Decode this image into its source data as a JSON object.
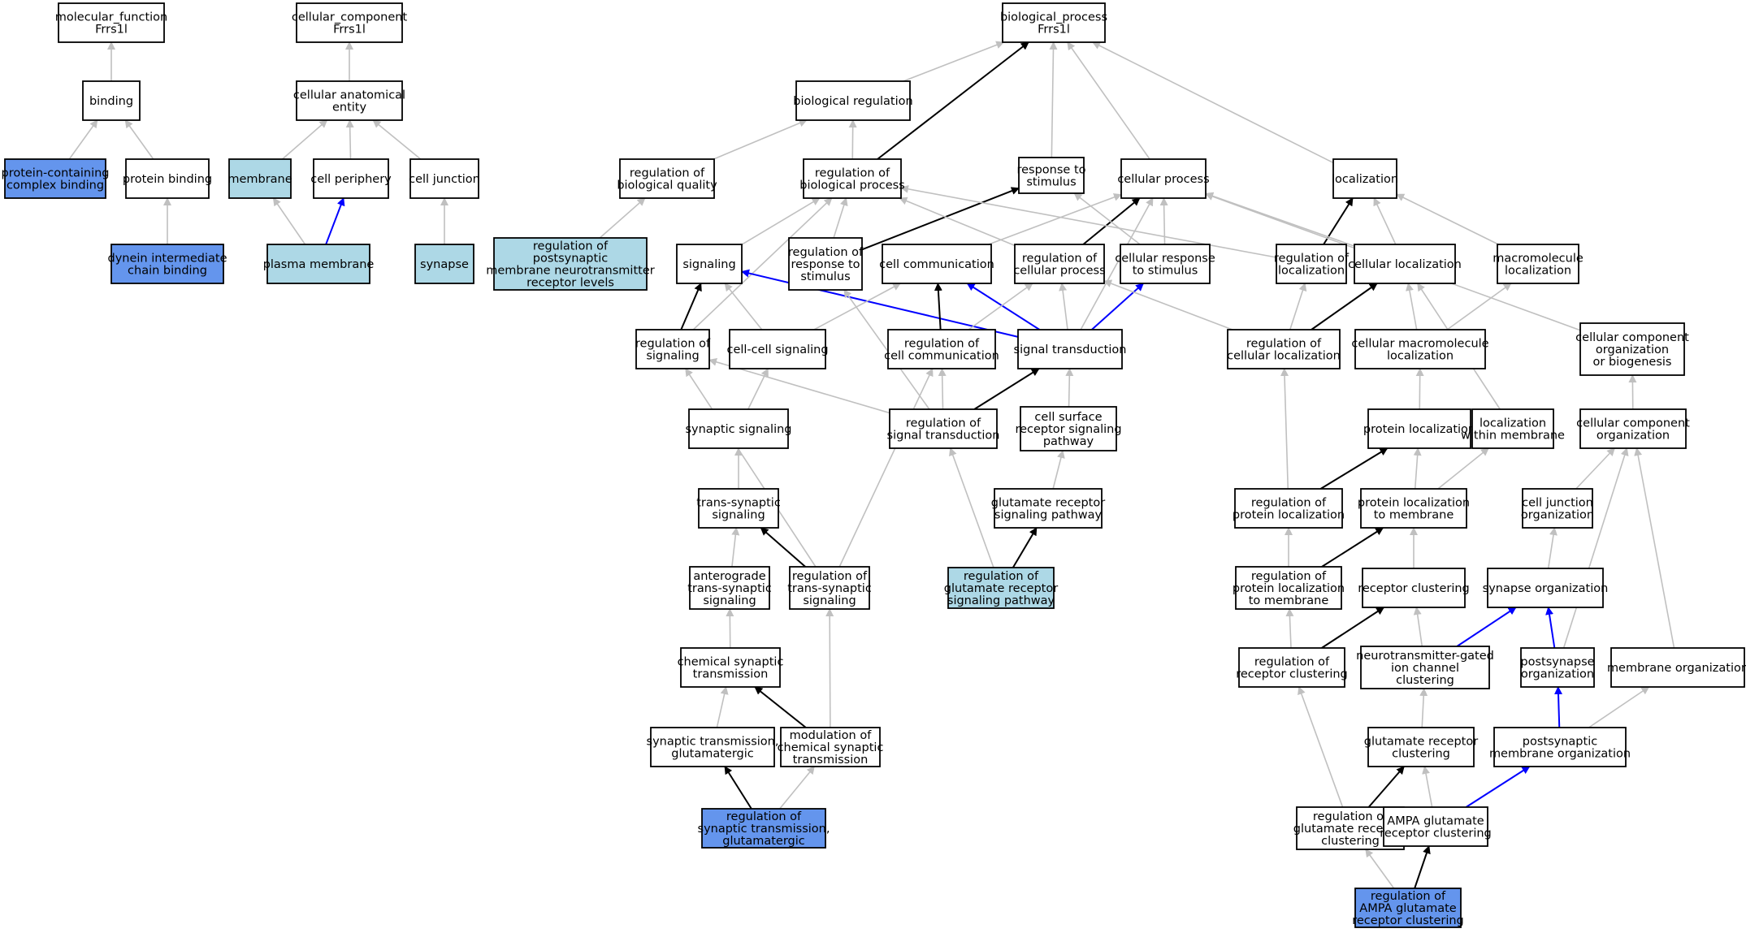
{
  "colors": {
    "default_fill": "#ffffff",
    "light_fill": "#add8e6",
    "dark_fill": "#6495ed",
    "edge_gray": "#c0c0c0",
    "edge_black": "#000000",
    "edge_blue": "#0000ff"
  },
  "nodes": [
    {
      "id": "mf",
      "lines": [
        "molecular_function",
        "Frrs1l"
      ],
      "fill": "white"
    },
    {
      "id": "cc",
      "lines": [
        "cellular_component",
        "Frrs1l"
      ],
      "fill": "white"
    },
    {
      "id": "bp",
      "lines": [
        "biological_process",
        "Frrs1l"
      ],
      "fill": "white"
    },
    {
      "id": "binding",
      "lines": [
        "binding"
      ],
      "fill": "white"
    },
    {
      "id": "cae",
      "lines": [
        "cellular anatomical",
        "entity"
      ],
      "fill": "white"
    },
    {
      "id": "bioreg",
      "lines": [
        "biological regulation"
      ],
      "fill": "white"
    },
    {
      "id": "pccb",
      "lines": [
        "protein-containing",
        "complex binding"
      ],
      "fill": "dark"
    },
    {
      "id": "pb",
      "lines": [
        "protein binding"
      ],
      "fill": "white"
    },
    {
      "id": "membrane",
      "lines": [
        "membrane"
      ],
      "fill": "light"
    },
    {
      "id": "cellper",
      "lines": [
        "cell periphery"
      ],
      "fill": "white"
    },
    {
      "id": "celljunc",
      "lines": [
        "cell junction"
      ],
      "fill": "white"
    },
    {
      "id": "regbq",
      "lines": [
        "regulation of",
        "biological quality"
      ],
      "fill": "white"
    },
    {
      "id": "regbp",
      "lines": [
        "regulation of",
        "biological process"
      ],
      "fill": "white"
    },
    {
      "id": "rts",
      "lines": [
        "response to",
        "stimulus"
      ],
      "fill": "white"
    },
    {
      "id": "cellproc",
      "lines": [
        "cellular process"
      ],
      "fill": "white"
    },
    {
      "id": "loc",
      "lines": [
        "localization"
      ],
      "fill": "white"
    },
    {
      "id": "dicb",
      "lines": [
        "dynein intermediate",
        "chain binding"
      ],
      "fill": "dark"
    },
    {
      "id": "pm",
      "lines": [
        "plasma membrane"
      ],
      "fill": "light"
    },
    {
      "id": "synapse",
      "lines": [
        "synapse"
      ],
      "fill": "light"
    },
    {
      "id": "regpost",
      "lines": [
        "regulation of",
        "postsynaptic",
        "membrane neurotransmitter",
        "receptor levels"
      ],
      "fill": "light"
    },
    {
      "id": "signaling",
      "lines": [
        "signaling"
      ],
      "fill": "white"
    },
    {
      "id": "regrts",
      "lines": [
        "regulation of",
        "response to",
        "stimulus"
      ],
      "fill": "white"
    },
    {
      "id": "cellcomm",
      "lines": [
        "cell communication"
      ],
      "fill": "white"
    },
    {
      "id": "regcp",
      "lines": [
        "regulation of",
        "cellular process"
      ],
      "fill": "white"
    },
    {
      "id": "crts",
      "lines": [
        "cellular response",
        "to stimulus"
      ],
      "fill": "white"
    },
    {
      "id": "regloc",
      "lines": [
        "regulation of",
        "localization"
      ],
      "fill": "white"
    },
    {
      "id": "cellloc",
      "lines": [
        "cellular localization"
      ],
      "fill": "white"
    },
    {
      "id": "macloc",
      "lines": [
        "macromolecule",
        "localization"
      ],
      "fill": "white"
    },
    {
      "id": "regsig",
      "lines": [
        "regulation of",
        "signaling"
      ],
      "fill": "white"
    },
    {
      "id": "ccsig",
      "lines": [
        "cell-cell signaling"
      ],
      "fill": "white"
    },
    {
      "id": "regcc",
      "lines": [
        "regulation of",
        "cell communication"
      ],
      "fill": "white"
    },
    {
      "id": "sigtrans",
      "lines": [
        "signal transduction"
      ],
      "fill": "white"
    },
    {
      "id": "regcl",
      "lines": [
        "regulation of",
        "cellular localization"
      ],
      "fill": "white"
    },
    {
      "id": "cml",
      "lines": [
        "cellular macromolecule",
        "localization"
      ],
      "fill": "white"
    },
    {
      "id": "ccob",
      "lines": [
        "cellular component",
        "organization",
        "or biogenesis"
      ],
      "fill": "white"
    },
    {
      "id": "synsig",
      "lines": [
        "synaptic signaling"
      ],
      "fill": "white"
    },
    {
      "id": "regst",
      "lines": [
        "regulation of",
        "signal transduction"
      ],
      "fill": "white"
    },
    {
      "id": "csrsp",
      "lines": [
        "cell surface",
        "receptor signaling",
        "pathway"
      ],
      "fill": "white"
    },
    {
      "id": "protloc",
      "lines": [
        "protein localization"
      ],
      "fill": "white"
    },
    {
      "id": "lwm",
      "lines": [
        "localization",
        "within membrane"
      ],
      "fill": "white"
    },
    {
      "id": "cco",
      "lines": [
        "cellular component",
        "organization"
      ],
      "fill": "white"
    },
    {
      "id": "tss",
      "lines": [
        "trans-synaptic",
        "signaling"
      ],
      "fill": "white"
    },
    {
      "id": "grsp",
      "lines": [
        "glutamate receptor",
        "signaling pathway"
      ],
      "fill": "white"
    },
    {
      "id": "regpl",
      "lines": [
        "regulation of",
        "protein localization"
      ],
      "fill": "white"
    },
    {
      "id": "pltm",
      "lines": [
        "protein localization",
        "to membrane"
      ],
      "fill": "white"
    },
    {
      "id": "cjo",
      "lines": [
        "cell junction",
        "organization"
      ],
      "fill": "white"
    },
    {
      "id": "atss",
      "lines": [
        "anterograde",
        "trans-synaptic",
        "signaling"
      ],
      "fill": "white"
    },
    {
      "id": "regtss",
      "lines": [
        "regulation of",
        "trans-synaptic",
        "signaling"
      ],
      "fill": "white"
    },
    {
      "id": "reggrsp",
      "lines": [
        "regulation of",
        "glutamate receptor",
        "signaling pathway"
      ],
      "fill": "light"
    },
    {
      "id": "regpltm",
      "lines": [
        "regulation of",
        "protein localization",
        "to membrane"
      ],
      "fill": "white"
    },
    {
      "id": "rc",
      "lines": [
        "receptor clustering"
      ],
      "fill": "white"
    },
    {
      "id": "so",
      "lines": [
        "synapse organization"
      ],
      "fill": "white"
    },
    {
      "id": "cst",
      "lines": [
        "chemical synaptic",
        "transmission"
      ],
      "fill": "white"
    },
    {
      "id": "regrc",
      "lines": [
        "regulation of",
        "receptor clustering"
      ],
      "fill": "white"
    },
    {
      "id": "ngicc",
      "lines": [
        "neurotransmitter-gated",
        "ion channel",
        "clustering"
      ],
      "fill": "white"
    },
    {
      "id": "pso",
      "lines": [
        "postsynapse",
        "organization"
      ],
      "fill": "white"
    },
    {
      "id": "memorg",
      "lines": [
        "membrane organization"
      ],
      "fill": "white"
    },
    {
      "id": "stg",
      "lines": [
        "synaptic transmission,",
        "glutamatergic"
      ],
      "fill": "white"
    },
    {
      "id": "mcst",
      "lines": [
        "modulation of",
        "chemical synaptic",
        "transmission"
      ],
      "fill": "white"
    },
    {
      "id": "grc",
      "lines": [
        "glutamate receptor",
        "clustering"
      ],
      "fill": "white"
    },
    {
      "id": "pmo",
      "lines": [
        "postsynaptic",
        "membrane organization"
      ],
      "fill": "white"
    },
    {
      "id": "regstg",
      "lines": [
        "regulation of",
        "synaptic transmission,",
        "glutamatergic"
      ],
      "fill": "dark"
    },
    {
      "id": "reggrc",
      "lines": [
        "regulation of",
        "glutamate receptor",
        "clustering"
      ],
      "fill": "white"
    },
    {
      "id": "agrc",
      "lines": [
        "AMPA glutamate",
        "receptor clustering"
      ],
      "fill": "white"
    },
    {
      "id": "regagrc",
      "lines": [
        "regulation of",
        "AMPA glutamate",
        "receptor clustering"
      ],
      "fill": "dark"
    }
  ],
  "edges": [
    {
      "from": "binding",
      "to": "mf",
      "color": "gray"
    },
    {
      "from": "pccb",
      "to": "binding",
      "color": "gray"
    },
    {
      "from": "pb",
      "to": "binding",
      "color": "gray"
    },
    {
      "from": "dicb",
      "to": "pb",
      "color": "gray"
    },
    {
      "from": "cae",
      "to": "cc",
      "color": "gray"
    },
    {
      "from": "membrane",
      "to": "cae",
      "color": "gray"
    },
    {
      "from": "cellper",
      "to": "cae",
      "color": "gray"
    },
    {
      "from": "celljunc",
      "to": "cae",
      "color": "gray"
    },
    {
      "from": "pm",
      "to": "membrane",
      "color": "gray"
    },
    {
      "from": "pm",
      "to": "cellper",
      "color": "blue"
    },
    {
      "from": "synapse",
      "to": "celljunc",
      "color": "gray"
    },
    {
      "from": "bioreg",
      "to": "bp",
      "color": "gray"
    },
    {
      "from": "regbp",
      "to": "bp",
      "color": "black"
    },
    {
      "from": "rts",
      "to": "bp",
      "color": "gray"
    },
    {
      "from": "cellproc",
      "to": "bp",
      "color": "gray"
    },
    {
      "from": "loc",
      "to": "bp",
      "color": "gray"
    },
    {
      "from": "regbq",
      "to": "bioreg",
      "color": "gray"
    },
    {
      "from": "regbp",
      "to": "bioreg",
      "color": "gray"
    },
    {
      "from": "regpost",
      "to": "regbq",
      "color": "gray"
    },
    {
      "from": "signaling",
      "to": "regbp",
      "color": "gray"
    },
    {
      "from": "regrts",
      "to": "regbp",
      "color": "gray"
    },
    {
      "from": "regrts",
      "to": "rts",
      "color": "black"
    },
    {
      "from": "regcp",
      "to": "regbp",
      "color": "gray"
    },
    {
      "from": "regcp",
      "to": "cellproc",
      "color": "black"
    },
    {
      "from": "regloc",
      "to": "regbp",
      "color": "gray"
    },
    {
      "from": "regloc",
      "to": "loc",
      "color": "black"
    },
    {
      "from": "regsig",
      "to": "regbp",
      "color": "gray"
    },
    {
      "from": "cellcomm",
      "to": "cellproc",
      "color": "gray"
    },
    {
      "from": "crts",
      "to": "cellproc",
      "color": "gray"
    },
    {
      "from": "crts",
      "to": "rts",
      "color": "gray"
    },
    {
      "from": "cellloc",
      "to": "cellproc",
      "color": "gray"
    },
    {
      "from": "cellloc",
      "to": "loc",
      "color": "gray"
    },
    {
      "from": "macloc",
      "to": "loc",
      "color": "gray"
    },
    {
      "from": "ccob",
      "to": "cellproc",
      "color": "gray"
    },
    {
      "from": "sigtrans",
      "to": "cellproc",
      "color": "gray"
    },
    {
      "from": "regsig",
      "to": "signaling",
      "color": "black"
    },
    {
      "from": "ccsig",
      "to": "signaling",
      "color": "gray"
    },
    {
      "from": "sigtrans",
      "to": "signaling",
      "color": "blue"
    },
    {
      "from": "ccsig",
      "to": "cellcomm",
      "color": "gray"
    },
    {
      "from": "regcc",
      "to": "cellcomm",
      "color": "black"
    },
    {
      "from": "sigtrans",
      "to": "cellcomm",
      "color": "blue"
    },
    {
      "from": "regcc",
      "to": "regcp",
      "color": "gray"
    },
    {
      "from": "sigtrans",
      "to": "regcp",
      "color": "gray"
    },
    {
      "from": "sigtrans",
      "to": "crts",
      "color": "blue"
    },
    {
      "from": "regcl",
      "to": "regcp",
      "color": "gray"
    },
    {
      "from": "regcl",
      "to": "regloc",
      "color": "gray"
    },
    {
      "from": "regcl",
      "to": "cellloc",
      "color": "black"
    },
    {
      "from": "cml",
      "to": "cellloc",
      "color": "gray"
    },
    {
      "from": "cml",
      "to": "macloc",
      "color": "gray"
    },
    {
      "from": "lwm",
      "to": "cellloc",
      "color": "gray"
    },
    {
      "from": "synsig",
      "to": "ccsig",
      "color": "gray"
    },
    {
      "from": "regst",
      "to": "regsig",
      "color": "gray"
    },
    {
      "from": "regst",
      "to": "regcc",
      "color": "gray"
    },
    {
      "from": "regst",
      "to": "sigtrans",
      "color": "black"
    },
    {
      "from": "regst",
      "to": "regrts",
      "color": "gray"
    },
    {
      "from": "csrsp",
      "to": "sigtrans",
      "color": "gray"
    },
    {
      "from": "regtss",
      "to": "regsig",
      "color": "gray"
    },
    {
      "from": "regtss",
      "to": "regcc",
      "color": "gray"
    },
    {
      "from": "regtss",
      "to": "tss",
      "color": "black"
    },
    {
      "from": "tss",
      "to": "synsig",
      "color": "gray"
    },
    {
      "from": "atss",
      "to": "tss",
      "color": "gray"
    },
    {
      "from": "cst",
      "to": "atss",
      "color": "gray"
    },
    {
      "from": "mcst",
      "to": "regtss",
      "color": "gray"
    },
    {
      "from": "mcst",
      "to": "cst",
      "color": "black"
    },
    {
      "from": "stg",
      "to": "cst",
      "color": "gray"
    },
    {
      "from": "regstg",
      "to": "stg",
      "color": "black"
    },
    {
      "from": "regstg",
      "to": "mcst",
      "color": "gray"
    },
    {
      "from": "grsp",
      "to": "csrsp",
      "color": "gray"
    },
    {
      "from": "reggrsp",
      "to": "grsp",
      "color": "black"
    },
    {
      "from": "reggrsp",
      "to": "regst",
      "color": "gray"
    },
    {
      "from": "protloc",
      "to": "cml",
      "color": "gray"
    },
    {
      "from": "regpl",
      "to": "regcl",
      "color": "gray"
    },
    {
      "from": "regpl",
      "to": "protloc",
      "color": "black"
    },
    {
      "from": "pltm",
      "to": "protloc",
      "color": "gray"
    },
    {
      "from": "pltm",
      "to": "lwm",
      "color": "gray"
    },
    {
      "from": "regpltm",
      "to": "regpl",
      "color": "gray"
    },
    {
      "from": "regpltm",
      "to": "pltm",
      "color": "black"
    },
    {
      "from": "rc",
      "to": "pltm",
      "color": "gray"
    },
    {
      "from": "regrc",
      "to": "regpltm",
      "color": "gray"
    },
    {
      "from": "regrc",
      "to": "rc",
      "color": "black"
    },
    {
      "from": "ngicc",
      "to": "rc",
      "color": "gray"
    },
    {
      "from": "ngicc",
      "to": "so",
      "color": "blue"
    },
    {
      "from": "cco",
      "to": "ccob",
      "color": "gray"
    },
    {
      "from": "cjo",
      "to": "cco",
      "color": "gray"
    },
    {
      "from": "so",
      "to": "cjo",
      "color": "gray"
    },
    {
      "from": "pso",
      "to": "so",
      "color": "blue"
    },
    {
      "from": "pso",
      "to": "cco",
      "color": "gray"
    },
    {
      "from": "memorg",
      "to": "cco",
      "color": "gray"
    },
    {
      "from": "pmo",
      "to": "pso",
      "color": "blue"
    },
    {
      "from": "pmo",
      "to": "memorg",
      "color": "gray"
    },
    {
      "from": "grc",
      "to": "ngicc",
      "color": "gray"
    },
    {
      "from": "reggrc",
      "to": "regrc",
      "color": "gray"
    },
    {
      "from": "reggrc",
      "to": "grc",
      "color": "black"
    },
    {
      "from": "agrc",
      "to": "grc",
      "color": "gray"
    },
    {
      "from": "agrc",
      "to": "pmo",
      "color": "blue"
    },
    {
      "from": "regagrc",
      "to": "reggrc",
      "color": "gray"
    },
    {
      "from": "regagrc",
      "to": "agrc",
      "color": "black"
    }
  ]
}
